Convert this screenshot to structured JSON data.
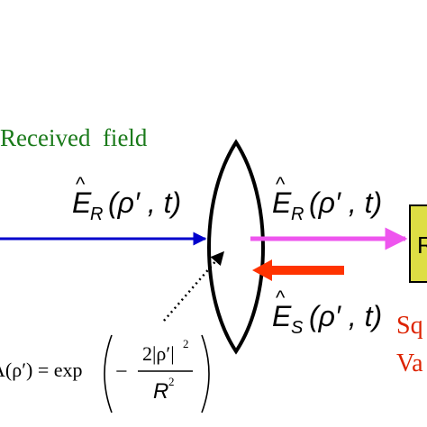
{
  "diagram": {
    "received_field_label": "Received  field",
    "field_in": {
      "symbol": "E",
      "subscript": "R",
      "argument": "(ρ′ , t)"
    },
    "field_out": {
      "symbol": "E",
      "subscript": "R",
      "argument": "(ρ′ , t)"
    },
    "field_squeezed": {
      "symbol": "E",
      "subscript": "S",
      "argument": "(ρ′ , t)"
    },
    "aperture_equation": {
      "lhs": "A(ρ′) = exp",
      "numerator": "2|ρ′|",
      "numerator_exponent": "2",
      "denominator": "R",
      "denominator_exponent": "2",
      "sign": "−"
    },
    "box_label_partial": "R",
    "squeezed_label_line1": "Sq",
    "squeezed_label_line2": "Va",
    "colors": {
      "received_label": "#1a7a1a",
      "blue_arrow": "#0000cc",
      "magenta_arrow": "#ee55ee",
      "red_arrow": "#ff3300",
      "squeezed_text": "#dd2200",
      "box_fill": "#dede44"
    }
  }
}
